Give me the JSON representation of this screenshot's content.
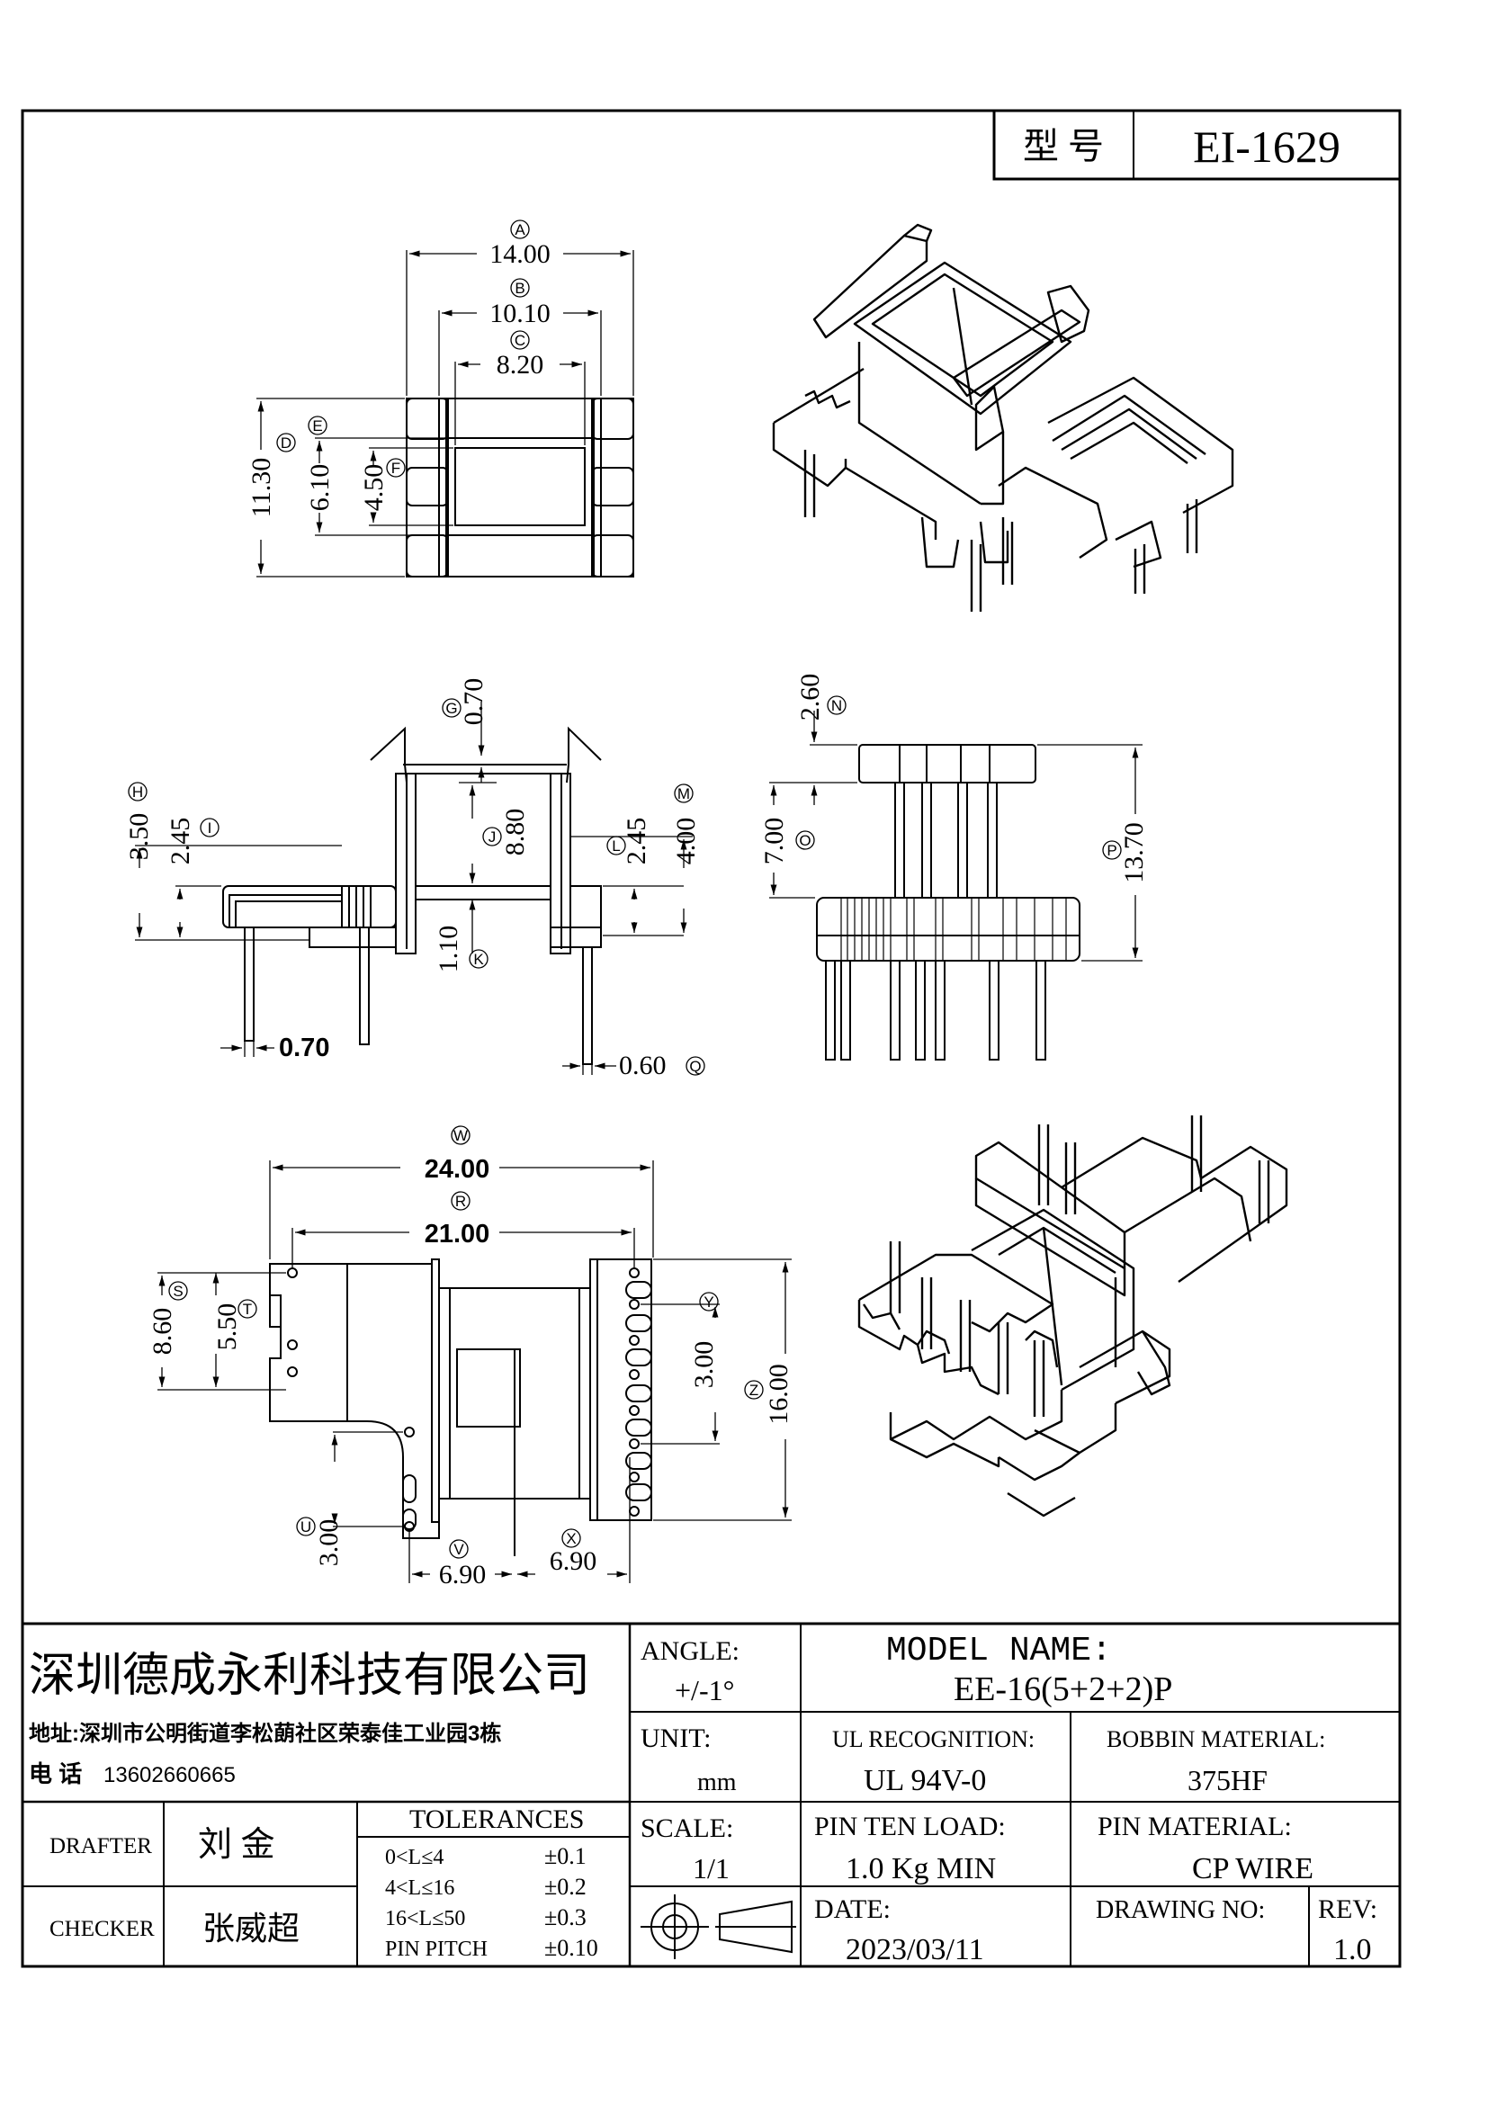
{
  "header": {
    "type_label": "型 号",
    "type_value": "EI-1629"
  },
  "top_view": {
    "dims": {
      "A": "14.00",
      "B": "10.10",
      "C": "8.20",
      "D": "11.30",
      "E": "6.10",
      "F": "4.50"
    }
  },
  "front_view": {
    "dims": {
      "G": "0.70",
      "H": "3.50",
      "I": "2.45",
      "J": "8.80",
      "K": "1.10",
      "L": "2.45",
      "M": "4.00",
      "pin_width": "0.70",
      "Q": "0.60"
    }
  },
  "side_view": {
    "dims": {
      "N": "2.60",
      "O": "7.00",
      "P": "13.70"
    }
  },
  "bottom_view": {
    "dims": {
      "W": "24.00",
      "R": "21.00",
      "S": "8.60",
      "T": "5.50",
      "Y": "3.00",
      "Z": "16.00",
      "U": "3.00",
      "V": "6.90",
      "X": "6.90"
    }
  },
  "title_block": {
    "company": "深圳德成永利科技有限公司",
    "address": "地址:深圳市公明街道李松蓢社区荣泰佳工业园3栋",
    "phone_label": "电 话",
    "phone": "13602660665",
    "angle_label": "ANGLE:",
    "angle_value": "+/-1°",
    "model_label": "MODEL NAME:",
    "model_value": "EE-16(5+2+2)P",
    "unit_label": "UNIT:",
    "unit_value": "mm",
    "ul_label": "UL RECOGNITION:",
    "ul_value": "UL 94V-0",
    "bobbin_label": "BOBBIN MATERIAL:",
    "bobbin_value": "375HF",
    "drafter_label": "DRAFTER",
    "drafter_value": "刘 金",
    "tolerances_label": "TOLERANCES",
    "tolerances": [
      {
        "range": "0<L≤4",
        "value": "±0.1"
      },
      {
        "range": "4<L≤16",
        "value": "±0.2"
      },
      {
        "range": "16<L≤50",
        "value": "±0.3"
      },
      {
        "range": "PIN PITCH",
        "value": "±0.10"
      }
    ],
    "scale_label": "SCALE:",
    "scale_value": "1/1",
    "pin_load_label": "PIN TEN LOAD:",
    "pin_load_value": "1.0 Kg MIN",
    "pin_material_label": "PIN MATERIAL:",
    "pin_material_value": "CP WIRE",
    "checker_label": "CHECKER",
    "checker_value": "张威超",
    "date_label": "DATE:",
    "date_value": "2023/03/11",
    "drawing_no_label": "DRAWING NO:",
    "drawing_no_value": "",
    "rev_label": "REV:",
    "rev_value": "1.0"
  }
}
